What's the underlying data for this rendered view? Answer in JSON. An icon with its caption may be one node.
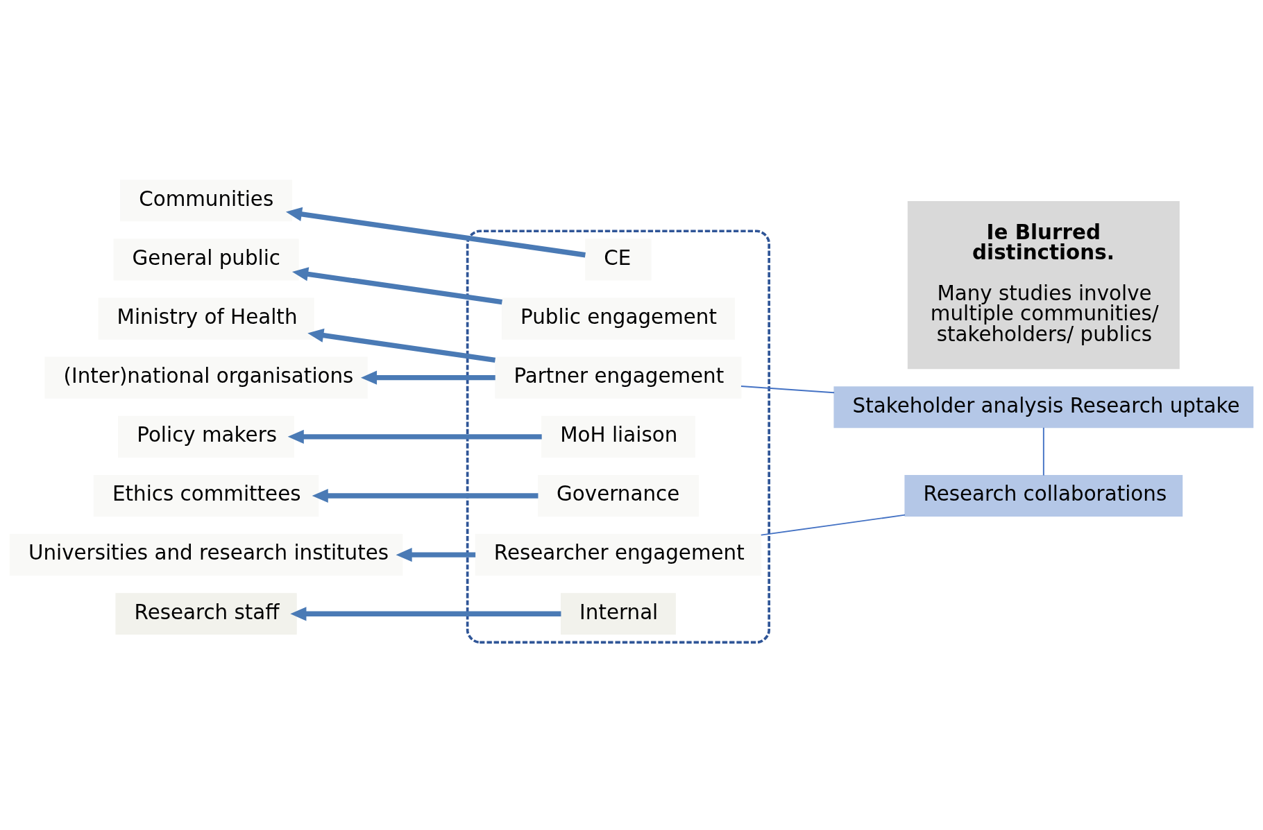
{
  "diagram": {
    "nodes": [
      {
        "text": [],
        "shape": "ellipse"
      },
      {
        "text": [
          "Communities"
        ]
      },
      {
        "text": [
          "CE"
        ],
        "in": 0
      },
      {
        "text": [
          "General public"
        ]
      },
      {
        "text": [
          "Public engagement"
        ],
        "in": 0
      },
      {
        "text": [
          "Ministry of Health"
        ]
      },
      {
        "text": [
          "(Inter)national organisations"
        ]
      },
      {
        "text": [
          "Partner engagement"
        ],
        "in": 0
      },
      {
        "text": [
          "Policy makers"
        ]
      },
      {
        "text": [
          "MoH liaison"
        ],
        "in": 0
      },
      {
        "text": [
          "Ethics committees"
        ]
      },
      {
        "text": [
          "Governance"
        ],
        "in": 0
      },
      {
        "text": [
          "Universities and research institutes"
        ]
      },
      {
        "text": [
          "Researcher engagement"
        ],
        "in": 0
      },
      {
        "text": [
          "Research staff"
        ]
      },
      {
        "text": [
          "Internal"
        ],
        "in": 0
      },
      {
        "text": [
          "Ie Blurred distinctions.",
          "Many studies involve multiple communities/ stakeholders/ publics"
        ]
      },
      {
        "text": [
          "Stakeholder analysis Research uptake"
        ]
      },
      {
        "text": [
          "Research collaborations"
        ]
      }
    ],
    "edges": [
      {
        "from": 2,
        "to": 1,
        "arrow": "to"
      },
      {
        "from": 4,
        "to": 3,
        "arrow": "to"
      },
      {
        "from": 7,
        "to": 5,
        "arrow": "to"
      },
      {
        "from": 7,
        "to": 6,
        "arrow": "to"
      },
      {
        "from": 9,
        "to": 8,
        "arrow": "to"
      },
      {
        "from": 11,
        "to": 10,
        "arrow": "to"
      },
      {
        "from": 13,
        "to": 12,
        "arrow": "to"
      },
      {
        "from": 15,
        "to": 14,
        "arrow": "to"
      },
      {
        "from": 7,
        "to": 17,
        "arrow": "none",
        "color": "#4472c4"
      },
      {
        "from": 17,
        "to": 18,
        "arrow": "none",
        "color": "#4472c4"
      },
      {
        "from": 13,
        "to": 18,
        "arrow": "none",
        "color": "#4472c4"
      }
    ]
  }
}
